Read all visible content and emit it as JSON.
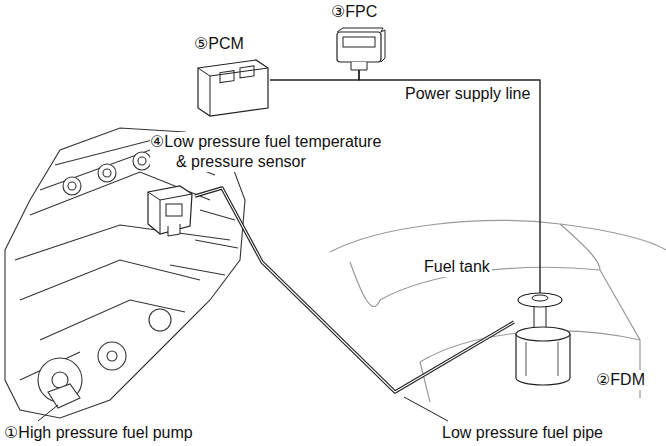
{
  "diagram": {
    "nodes": [
      {
        "text": [
          "③FPC"
        ]
      },
      {
        "text": [
          "⑤PCM"
        ]
      },
      {
        "text": [
          "④Low pressure fuel temperature & pressure sensor"
        ]
      },
      {
        "text": [
          "②FDM"
        ]
      }
    ],
    "edges": [
      {
        "from": 1,
        "to": 0,
        "arrow": "none"
      },
      {
        "from": 0,
        "to": 3,
        "arrow": "none"
      },
      {
        "from": 3,
        "to": 2,
        "arrow": "none"
      }
    ],
    "labels": [
      "Power supply line",
      "Fuel tank",
      "①High pressure fuel pump",
      "Low pressure fuel pipe"
    ]
  }
}
